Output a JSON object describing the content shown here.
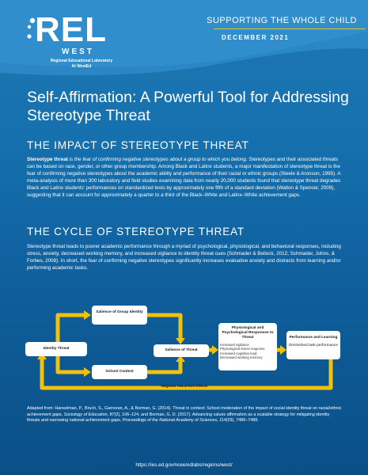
{
  "header": {
    "logo_text": "REL",
    "logo_region": "WEST",
    "logo_subtitle_1": "Regional Educational Laboratory",
    "logo_subtitle_2": "At WestEd",
    "series": "SUPPORTING THE WHOLE CHILD",
    "date": "DECEMBER 2021",
    "accent_color": "#f2c10b"
  },
  "title": "Self-Affirmation: A Powerful Tool for Addressing Stereotype Threat",
  "section1": {
    "heading": "THE IMPACT OF STEREOTYPE THREAT",
    "term": "Stereotype threat",
    "definition": " is the fear of confirming negative stereotypes about a group to which you belong.",
    "body": " Stereotypes and their associated threats can be based on race, gender, or other group membership. Among Black and Latinx students, a major manifestation of stereotype threat is the fear of confirming negative stereotypes about the academic ability and performance of their racial or ethnic groups (Steele & Aronson, 1995). A meta-analysis of more than 300 laboratory and field studies examining data from nearly 20,000 students found that stereotype threat degrades Black and Latinx students’ performances on standardized tests by approximately one fifth of a standard deviation (Walton & Spencer, 2009), suggesting that it can account for approximately a quarter to a third of the Black–White and Latinx–White achievement gaps."
  },
  "section2": {
    "heading": "THE CYCLE OF STEREOTYPE THREAT",
    "body": "Stereotype threat leads to poorer academic performance through a myriad of psychological, physiological, and behavioral responses, including stress, anxiety, decreased working memory, and increased vigilance to identity threat cues (Schmader & Beilock, 2012; Schmader, Johns, & Forbes, 2008). In short, the fear of confirming negative stereotypes significantly increases evaluative anxiety and distracts from learning and/or performing academic tasks."
  },
  "diagram": {
    "identity_threat": "Identity Threat",
    "salience_group": "Salience of Group Identity",
    "school_context": "School Context",
    "salience_threat": "Salience of Threat",
    "responses_title": "Physiological and Psychological Responses to Threat",
    "responses_items": [
      "Increased vigilance",
      "Physiological stress response",
      "Increased cognitive load",
      "Decreased working memory"
    ],
    "performance_title": "Performance and Learning",
    "performance_item": "Diminished task performance",
    "loop_label": "Negative Recursive Effects",
    "arrow_color": "#f2c10b"
  },
  "citation": {
    "part1": "Adapted from: Hanselman, P., Bruch, S., Gamoran, A., & Borman, G. (2014). Threat in context: School moderation of the impact of social identity threat on racial/ethnic achievement gaps. ",
    "journal1": "Sociology of Education, 87",
    "part2": "(2), 106–124, and Borman, G. D. (2017). Advancing values affirmation as a scalable strategy for mitigating identity threats and narrowing national achievement gaps. ",
    "journal2": "Proceedings of the National Academy of Sciences, 114",
    "part3": "(29), 7486–7488."
  },
  "footer": {
    "url": "https://ies.ed.gov/ncee/edlabs/regions/west/"
  }
}
